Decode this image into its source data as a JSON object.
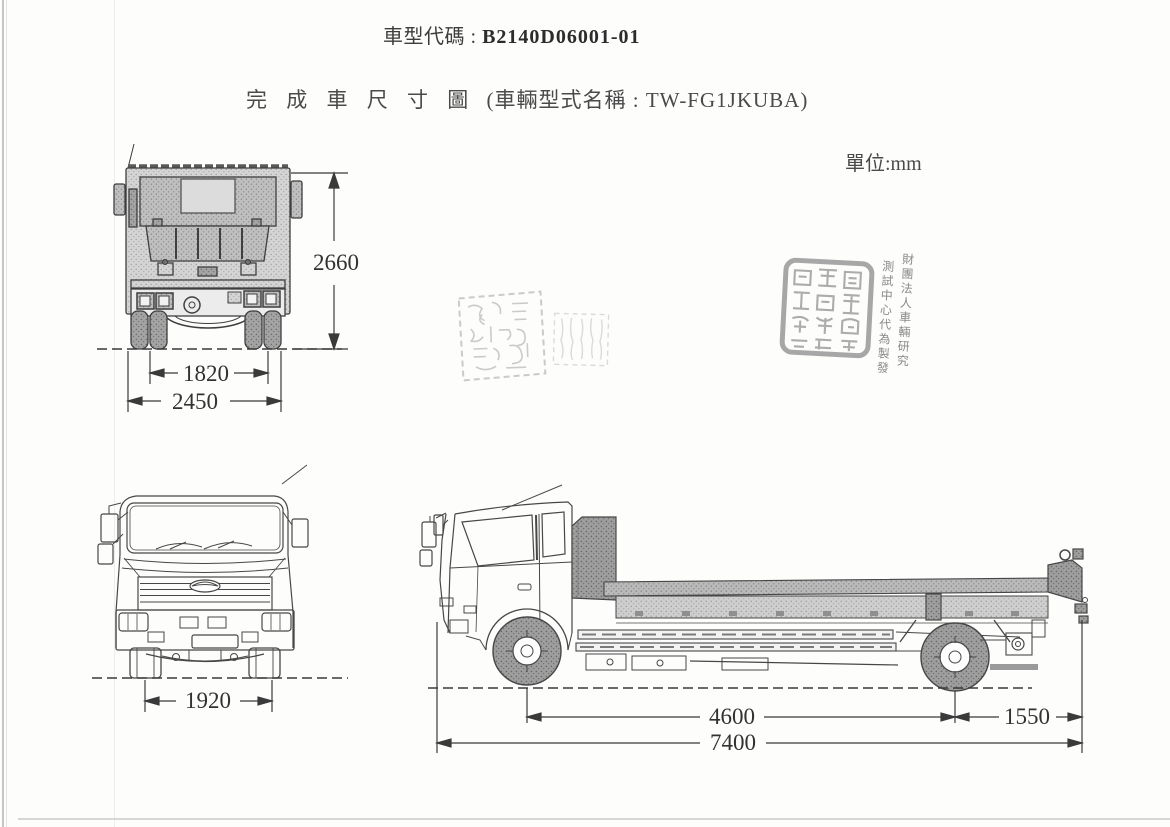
{
  "page": {
    "background": "#fdfdfc",
    "ink": "#454545",
    "seal_gray": "#8d8d8d"
  },
  "header": {
    "model_code_label": "車型代碼 :",
    "model_code": "B2140D06001-01",
    "title": "完 成 車 尺 寸 圖",
    "title_paren": "(車輛型式名稱 : TW-FG1JKUBA)",
    "unit": "單位:mm"
  },
  "views": {
    "rear": {
      "dims": {
        "overall_height": "2660",
        "rear_track": "1820",
        "overall_width": "2450"
      }
    },
    "front": {
      "dims": {
        "front_track": "1920"
      }
    },
    "side": {
      "dims": {
        "wheelbase": "4600",
        "rear_overhang": "1550",
        "overall_length": "7400"
      }
    }
  },
  "stamps": {
    "issuer_note_col_right": "財團法人車輛研究",
    "issuer_note_col_left": "測試中心代為製發"
  }
}
